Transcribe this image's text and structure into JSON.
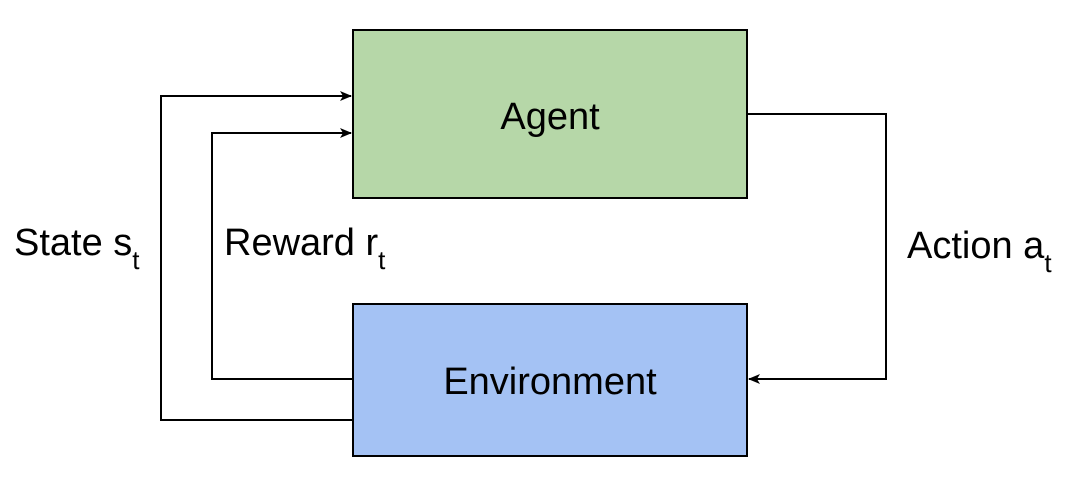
{
  "nodes": {
    "agent": {
      "label": "Agent",
      "fill": "#b6d7a8"
    },
    "environment": {
      "label": "Environment",
      "fill": "#a4c2f4"
    }
  },
  "edges": {
    "state": {
      "label": "State s",
      "subscript": "t"
    },
    "reward": {
      "label": "Reward r",
      "subscript": "t"
    },
    "action": {
      "label": "Action a",
      "subscript": "t"
    }
  },
  "colors": {
    "stroke": "#000000",
    "background": "#ffffff"
  }
}
